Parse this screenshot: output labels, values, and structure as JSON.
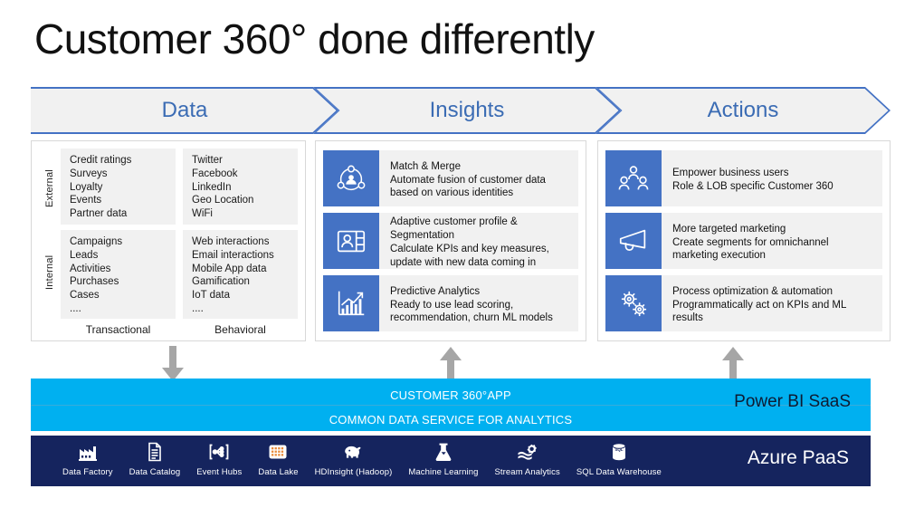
{
  "title": "Customer 360° done differently",
  "colors": {
    "tile_blue": "#4472C4",
    "chevron_text": "#3B6CB4",
    "chevron_fill": "#F1F1F1",
    "cds_bar": "#00B0F0",
    "azure_bar": "#15245E",
    "arrow_gray": "#A6A6A6"
  },
  "stages": [
    {
      "label": "Data"
    },
    {
      "label": "Insights"
    },
    {
      "label": "Actions"
    }
  ],
  "data_panel": {
    "row_labels": [
      "External",
      "Internal"
    ],
    "column_labels": [
      "Transactional",
      "Behavioral"
    ],
    "cells": {
      "external_transactional": [
        "Credit ratings",
        "Surveys",
        "Loyalty",
        "Events",
        "Partner data"
      ],
      "external_behavioral": [
        "Twitter",
        "Facebook",
        "LinkedIn",
        "Geo Location",
        "WiFi"
      ],
      "internal_transactional": [
        "Campaigns",
        "Leads",
        "Activities",
        "Purchases",
        "Cases",
        "...."
      ],
      "internal_behavioral": [
        "Web interactions",
        "Email interactions",
        "Mobile App data",
        "Gamification",
        "IoT data",
        "...."
      ]
    }
  },
  "insights_panel": {
    "items": [
      {
        "icon": "match-merge-network-icon",
        "heading": "Match & Merge",
        "description": "Automate fusion of customer data based on various identities"
      },
      {
        "icon": "customer-profile-card-icon",
        "heading": "Adaptive customer profile & Segmentation",
        "description": "Calculate KPIs and key measures, update with new data coming in"
      },
      {
        "icon": "predictive-analytics-chart-icon",
        "heading": "Predictive Analytics",
        "description": "Ready to use lead scoring, recommendation, churn ML models"
      }
    ]
  },
  "actions_panel": {
    "items": [
      {
        "icon": "business-users-group-icon",
        "heading": "Empower business users",
        "description": "Role & LOB specific Customer 360"
      },
      {
        "icon": "megaphone-marketing-icon",
        "heading": "More targeted marketing",
        "description": "Create segments for omnichannel marketing execution"
      },
      {
        "icon": "gears-automation-icon",
        "heading": "Process optimization & automation",
        "description": "Programmatically act on KPIs and ML results"
      }
    ]
  },
  "cds_bar": {
    "app_label": "CUSTOMER 360°APP",
    "service_label": "COMMON DATA SERVICE FOR ANALYTICS",
    "right_label": "Power BI SaaS"
  },
  "azure_bar": {
    "right_label": "Azure PaaS",
    "services": [
      {
        "icon": "data-factory-icon",
        "name": "Data Factory"
      },
      {
        "icon": "data-catalog-icon",
        "name": "Data Catalog"
      },
      {
        "icon": "event-hubs-icon",
        "name": "Event Hubs"
      },
      {
        "icon": "data-lake-icon",
        "name": "Data Lake"
      },
      {
        "icon": "hdinsight-elephant-icon",
        "name": "HDInsight (Hadoop)"
      },
      {
        "icon": "machine-learning-flask-icon",
        "name": "Machine Learning"
      },
      {
        "icon": "stream-analytics-icon",
        "name": "Stream Analytics"
      },
      {
        "icon": "sql-data-warehouse-icon",
        "name": "SQL Data Warehouse"
      }
    ]
  }
}
